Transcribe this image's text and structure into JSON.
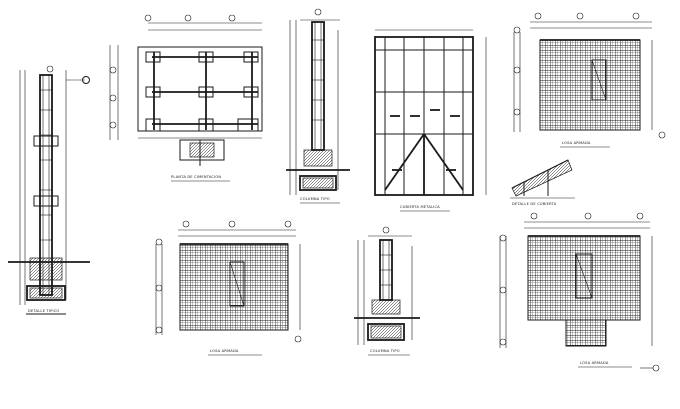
{
  "sheet": {
    "labels": {
      "column_left": "DETALLE TIPICO",
      "foundation_plan": "PLANTA DE CIMENTACION",
      "column_top": "COLUMNA TIPO",
      "roof": "CUBIERTA METALICA",
      "slab_1": "LOSA ARMADA",
      "roof_detail": "DETALLE DE CUBIERTA",
      "slab_2": "LOSA ARMADA",
      "column_mid": "COLUMNA TIPO",
      "slab_3": "LOSA ARMADA"
    },
    "colors": {
      "ink": "#1a1a1a",
      "paper": "#ffffff"
    }
  }
}
